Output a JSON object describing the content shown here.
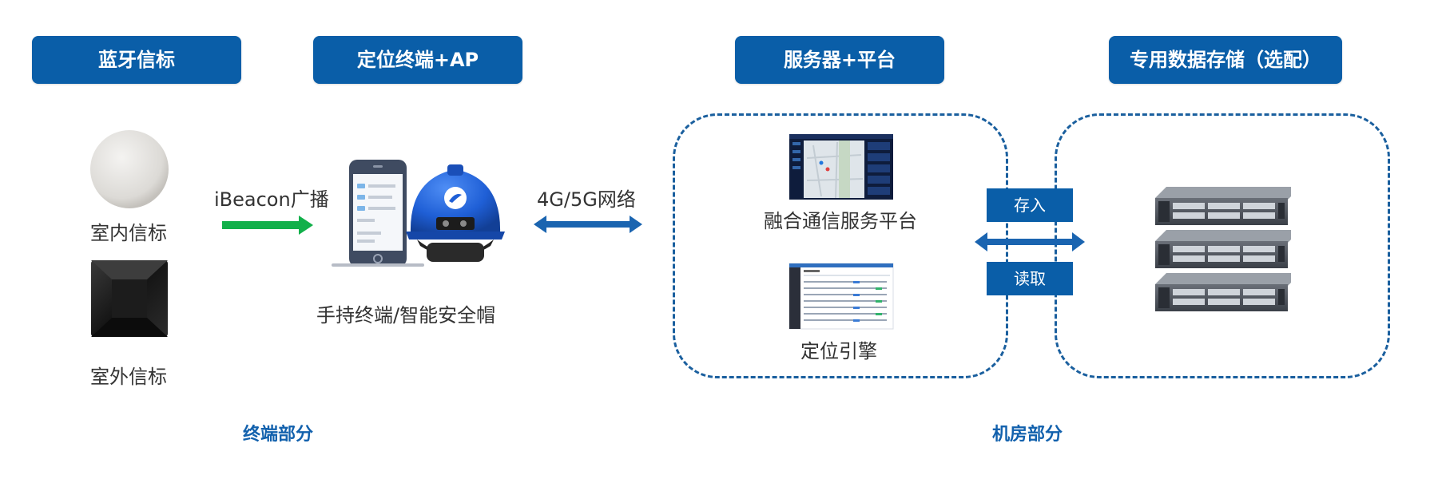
{
  "headers": {
    "beacon": "蓝牙信标",
    "terminal": "定位终端+AP",
    "server": "服务器+平台",
    "storage": "专用数据存储（选配）"
  },
  "labels": {
    "indoor_beacon": "室内信标",
    "outdoor_beacon": "室外信标",
    "ibeacon_broadcast": "iBeacon广播",
    "terminal_devices": "手持终端/智能安全帽",
    "network": "4G/5G网络",
    "fusion_platform": "融合通信服务平台",
    "positioning_engine": "定位引擎",
    "store": "存入",
    "read": "读取"
  },
  "sections": {
    "terminal_part": "终端部分",
    "server_room_part": "机房部分"
  },
  "colors": {
    "header_blue": "#0a5ea8",
    "green_arrow": "#12b04a",
    "blue_arrow": "#1a64b0",
    "helmet_blue": "#1f5fd6"
  }
}
